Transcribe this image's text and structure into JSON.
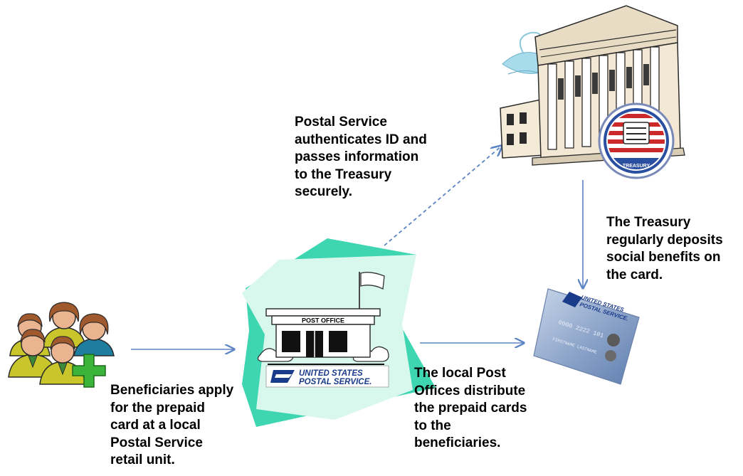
{
  "labels": {
    "auth": "Postal Service\nauthenticates ID and\npasses information\nto the Treasury\nsecurely.",
    "apply": "Beneficiaries apply\nfor the prepaid\ncard at a local\nPostal Service\nretail unit.",
    "distribute": "The local Post\nOffices distribute\nthe prepaid cards\nto the\nbeneficiaries.",
    "deposit": "The Treasury\nregularly deposits\nsocial benefits on\nthe card."
  },
  "post_office": {
    "sign": "POST OFFICE",
    "brand_line1": "UNITED STATES",
    "brand_line2": "POSTAL SERVICE."
  },
  "treasury": {
    "seal_text": "TREASURY"
  },
  "card": {
    "brand_line1": "UNITED STATES",
    "brand_line2": "POSTAL SERVICE.",
    "number": "0000 2222 101",
    "holder": "FIRSTNAME LASTNAME"
  },
  "colors": {
    "arrow": "#5b84c4",
    "background": "#ffffff",
    "teal": "#3dd6b0",
    "pale_teal": "#d8f8ee",
    "usps_blue": "#1a3a8a",
    "card_blue": "#8aa2c8",
    "seal_red": "#cc2a2a",
    "seal_blue": "#2a4ea0",
    "hair": "#a05a2e",
    "skin": "#e9b48f",
    "jacket": "#c8c62a",
    "plus_green": "#3ab53a"
  }
}
